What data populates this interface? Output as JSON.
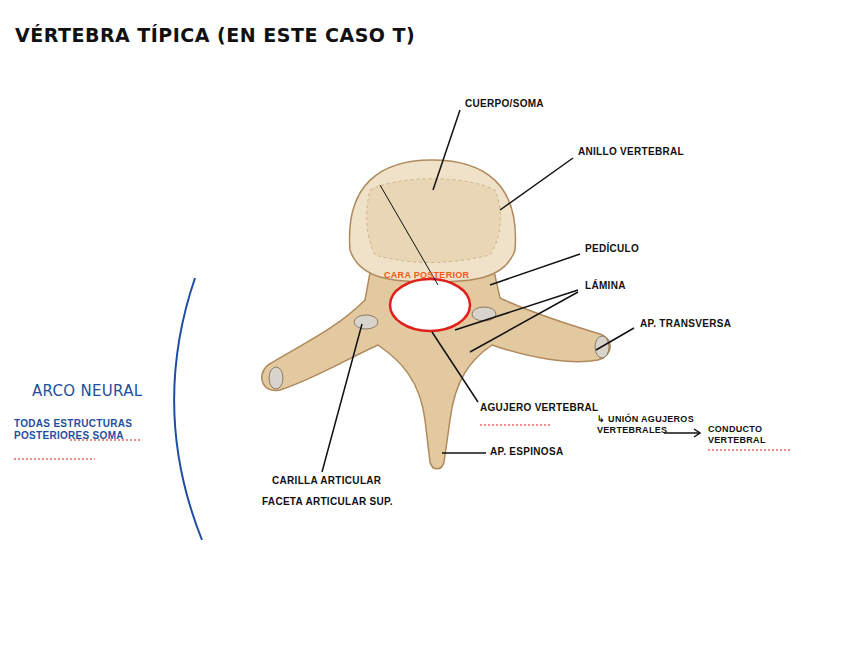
{
  "diagram": {
    "title": "VÉRTEBRA TÍPICA (EN ESTE CASO T)",
    "labels": [
      "CUERPO/SOMA",
      "ANILLO VERTEBRAL",
      "PEDÍCULO",
      "LÁMINA",
      "CARA POSTERIOR",
      "AP. TRANSVERSA",
      "ARCO NEURAL",
      "TODAS ESTRUCTURAS POSTERIORES SOMA",
      "AGUJERO VERTEBRAL",
      "↳ UNIÓN AGUJEROS VERTEBRALES",
      "CONDUCTO VERTEBRAL",
      "AP. ESPINOSA",
      "CARILLA ARTICULAR",
      "FACETA ARTICULAR SUP."
    ]
  }
}
